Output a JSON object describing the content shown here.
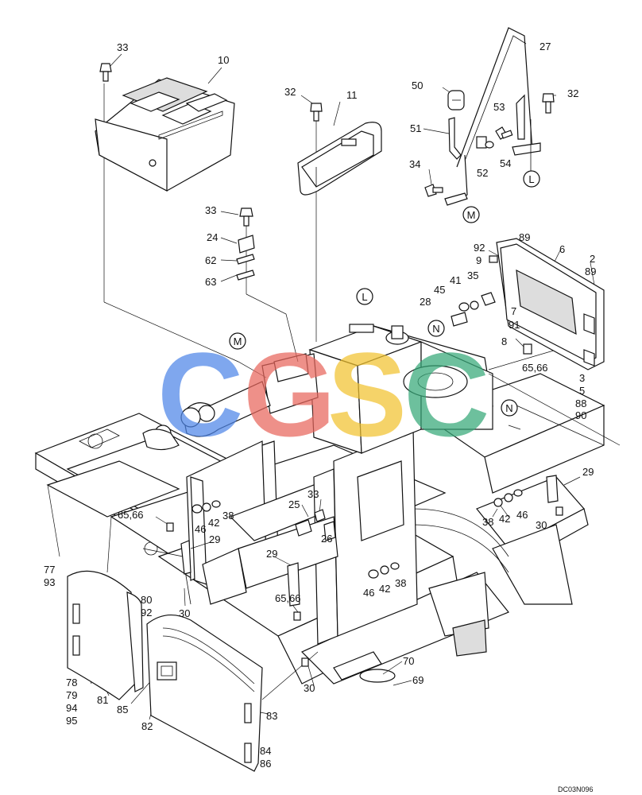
{
  "drawing_code": "DC03N096",
  "watermark": {
    "letters": [
      "C",
      "G",
      "S",
      "C"
    ],
    "colors": [
      "#4f86e8",
      "#e8665c",
      "#f2c330",
      "#36a878"
    ]
  },
  "reference_markers": [
    "L",
    "M",
    "N"
  ],
  "labels": {
    "p33a": "33",
    "p10": "10",
    "p32a": "32",
    "p11": "11",
    "p27": "27",
    "p50": "50",
    "p32b": "32",
    "p53": "53",
    "p51": "51",
    "p52": "52",
    "p54": "54",
    "p34": "34",
    "p33b": "33",
    "p24": "24",
    "p62": "62",
    "p63": "63",
    "p92a": "92",
    "p9": "9",
    "p89a": "89",
    "p6": "6",
    "p2": "2",
    "p89b": "89",
    "p45": "45",
    "p41": "41",
    "p35": "35",
    "p28": "28",
    "p7": "7",
    "p91": "91",
    "p8": "8",
    "p6566a": "65,66",
    "p3": "3",
    "p5": "5",
    "p88": "88",
    "p90": "90",
    "p29a": "29",
    "p38a": "38",
    "p42a": "42",
    "p46a": "46",
    "p30a": "30",
    "p6566b": "65,66",
    "p46b": "46",
    "p42b": "42",
    "p38b": "38",
    "p25": "25",
    "p33c": "33",
    "p26": "26",
    "p29b": "29",
    "p29c": "29",
    "p6566c": "65,66",
    "p46c": "46",
    "p42c": "42",
    "p38c": "38",
    "p30b": "30",
    "p30c": "30",
    "p70": "70",
    "p69": "69",
    "p77": "77",
    "p93": "93",
    "p80": "80",
    "p92b": "92",
    "p78": "78",
    "p79": "79",
    "p94": "94",
    "p95": "95",
    "p81": "81",
    "p85": "85",
    "p82": "82",
    "p83": "83",
    "p84": "84",
    "p86": "86"
  }
}
